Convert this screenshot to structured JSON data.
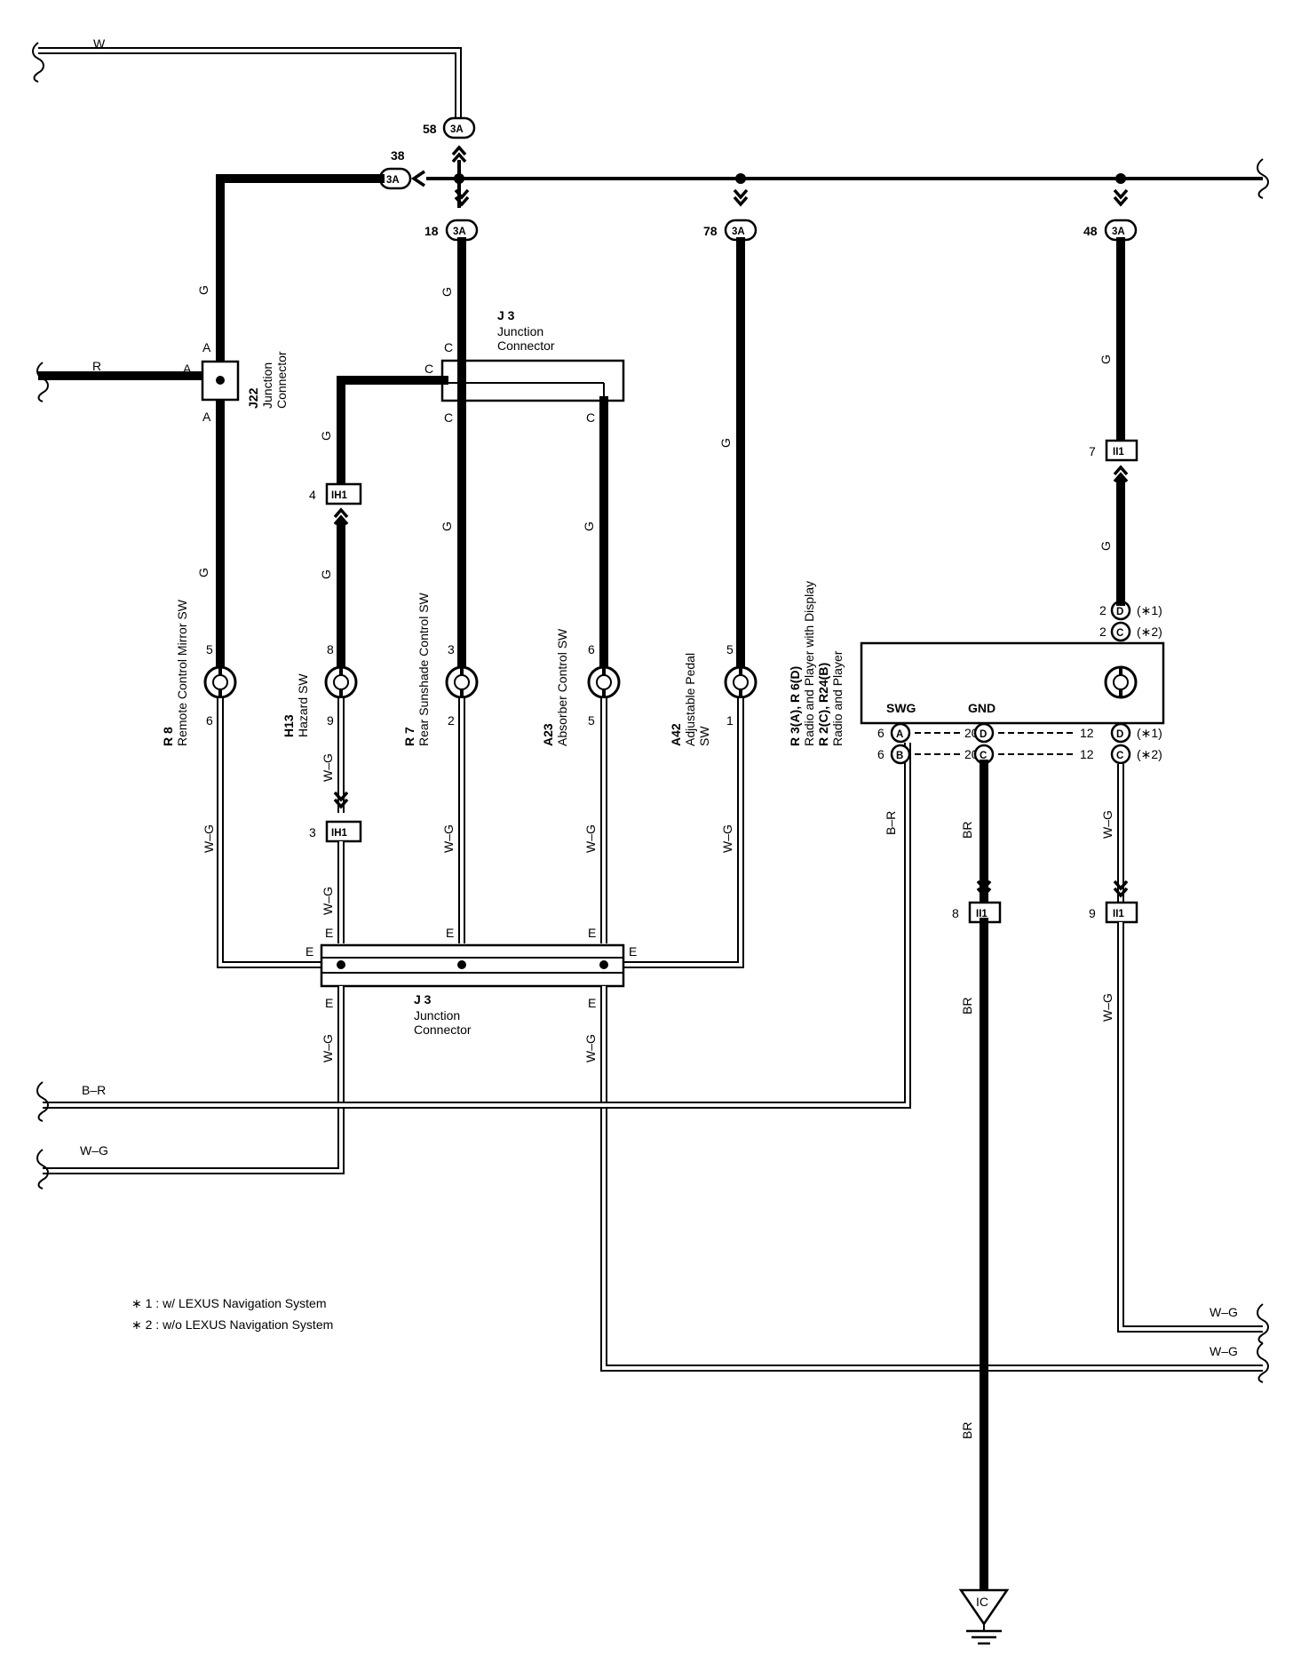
{
  "wires": {
    "top_w": "W",
    "r": "R",
    "g_left_1": "G",
    "g_left_2": "G",
    "g_ih1_a": "G",
    "g_ih1_b": "G",
    "g_c1": "G",
    "g_c2": "G",
    "g_c3": "G",
    "g_a23": "G",
    "g_a42": "G",
    "g_right_1": "G",
    "g_right_2": "G",
    "wg_r8": "W–G",
    "wg_h13a": "W–G",
    "wg_h13b": "W–G",
    "wg_r7": "W–G",
    "wg_a23": "W–G",
    "wg_a42": "W–G",
    "wg_left_lower": "W–G",
    "wg_a23_lower": "W–G",
    "br_radio": "B–R",
    "br_1": "BR",
    "br_2": "BR",
    "br_3": "BR",
    "wg_right_a": "W–G",
    "wg_right_b": "W–G",
    "bottom_br": "B–R",
    "bottom_wg": "W–G",
    "right_wg1": "W–G",
    "right_wg2": "W–G"
  },
  "connectors": {
    "c3a": "3A",
    "p58": "58",
    "p38": "38",
    "p18": "18",
    "p78": "78",
    "p48": "48",
    "j3_top_name": "J 3",
    "j3_top_desc1": "Junction",
    "j3_top_desc2": "Connector",
    "j3_bot_name": "J 3",
    "j3_bot_desc1": "Junction",
    "j3_bot_desc2": "Connector",
    "j22_name": "J22",
    "j22_desc1": "Junction",
    "j22_desc2": "Connector",
    "ih1": "IH1",
    "ii1": "II1",
    "ih1_pin_top": "4",
    "ih1_pin_bot": "3",
    "ii1_pin_7": "7",
    "ii1_pin_8": "8",
    "ii1_pin_9": "9",
    "letter_a": "A",
    "letter_c": "C",
    "letter_e": "E",
    "letter_d": "D",
    "letter_b": "B",
    "ground": "IC"
  },
  "components": {
    "r8_id": "R 8",
    "r8_desc": "Remote Control Mirror SW",
    "r8_pin_top": "5",
    "r8_pin_bot": "6",
    "h13_id": "H13",
    "h13_desc": "Hazard SW",
    "h13_pin_top": "8",
    "h13_pin_bot": "9",
    "r7_id": "R 7",
    "r7_desc": "Rear Sunshade Control SW",
    "r7_pin_top": "3",
    "r7_pin_bot": "2",
    "a23_id": "A23",
    "a23_desc": "Absorber Control SW",
    "a23_pin_top": "6",
    "a23_pin_bot": "5",
    "a42_id": "A42",
    "a42_desc1": "Adjustable Pedal",
    "a42_desc2": "SW",
    "a42_pin_top": "5",
    "a42_pin_bot": "1",
    "radio_id1": "R 3(A), R 6(D)",
    "radio_desc1": "Radio and Player with Display",
    "radio_id2": "R 2(C), R24(B)",
    "radio_desc2": "Radio and Player",
    "swg": "SWG",
    "gnd": "GND",
    "pin_2": "2",
    "pin_6": "6",
    "pin_12": "12",
    "pin_20": "20",
    "star1": "(∗1)",
    "star2": "(∗2)"
  },
  "notes": {
    "note1": "∗ 1 : w/ LEXUS Navigation System",
    "note2": "∗ 2 : w/o LEXUS Navigation System"
  }
}
